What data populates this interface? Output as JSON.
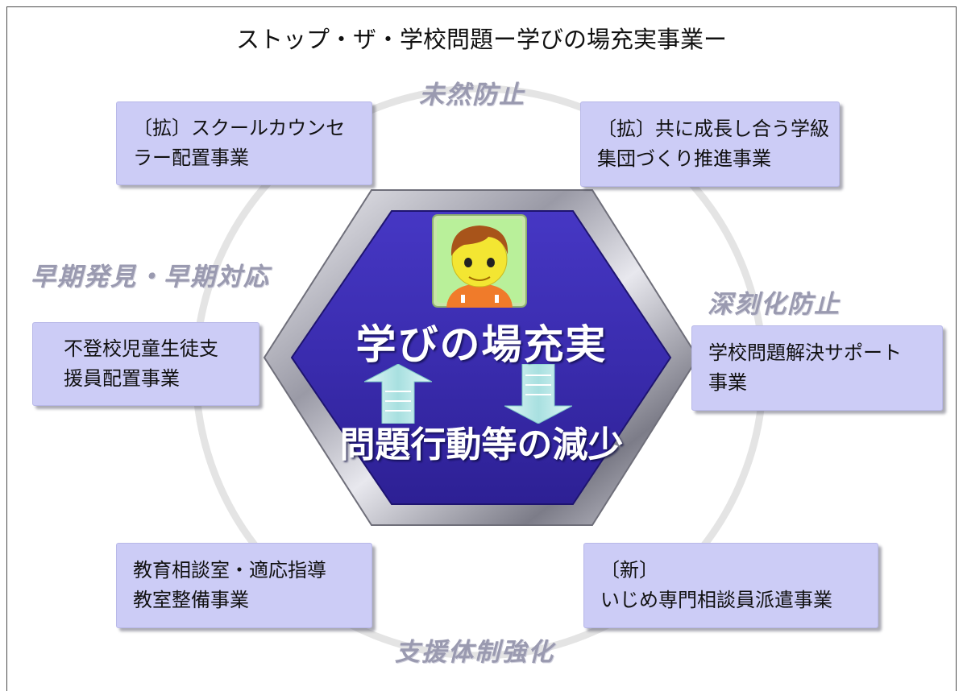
{
  "title": "ストップ・ザ・学校問題ー学びの場充実事業ー",
  "categories": {
    "top": "未然防止",
    "left": "早期発見・早期対応",
    "right": "深刻化防止",
    "bottom": "支援体制強化"
  },
  "center": {
    "upper": "学びの場充実",
    "lower": "問題行動等の減少"
  },
  "boxes": {
    "top_left": {
      "line1": "〔拡〕スクールカウンセ",
      "line2": "ラー配置事業"
    },
    "top_right": {
      "line1": "〔拡〕共に成長し合う学級",
      "line2": "集団づくり推進事業"
    },
    "mid_left": {
      "line1": "不登校児童生徒支",
      "line2": "援員配置事業"
    },
    "mid_right": {
      "line1": "学校問題解決サポート",
      "line2": "事業"
    },
    "bottom_left": {
      "line1": "教育相談室・適応指導",
      "line2": "教室整備事業"
    },
    "bottom_right": {
      "line1": "〔新〕",
      "line2": "いじめ専門相談員派遣事業"
    }
  },
  "colors": {
    "hex_blue": "#3d2fb0",
    "box_fill": "#ccccf6",
    "category_text": "#9a9ab0",
    "arrow": "#b8e8e8"
  },
  "icons": [
    "child-face-icon",
    "up-arrow-icon",
    "down-arrow-icon"
  ]
}
